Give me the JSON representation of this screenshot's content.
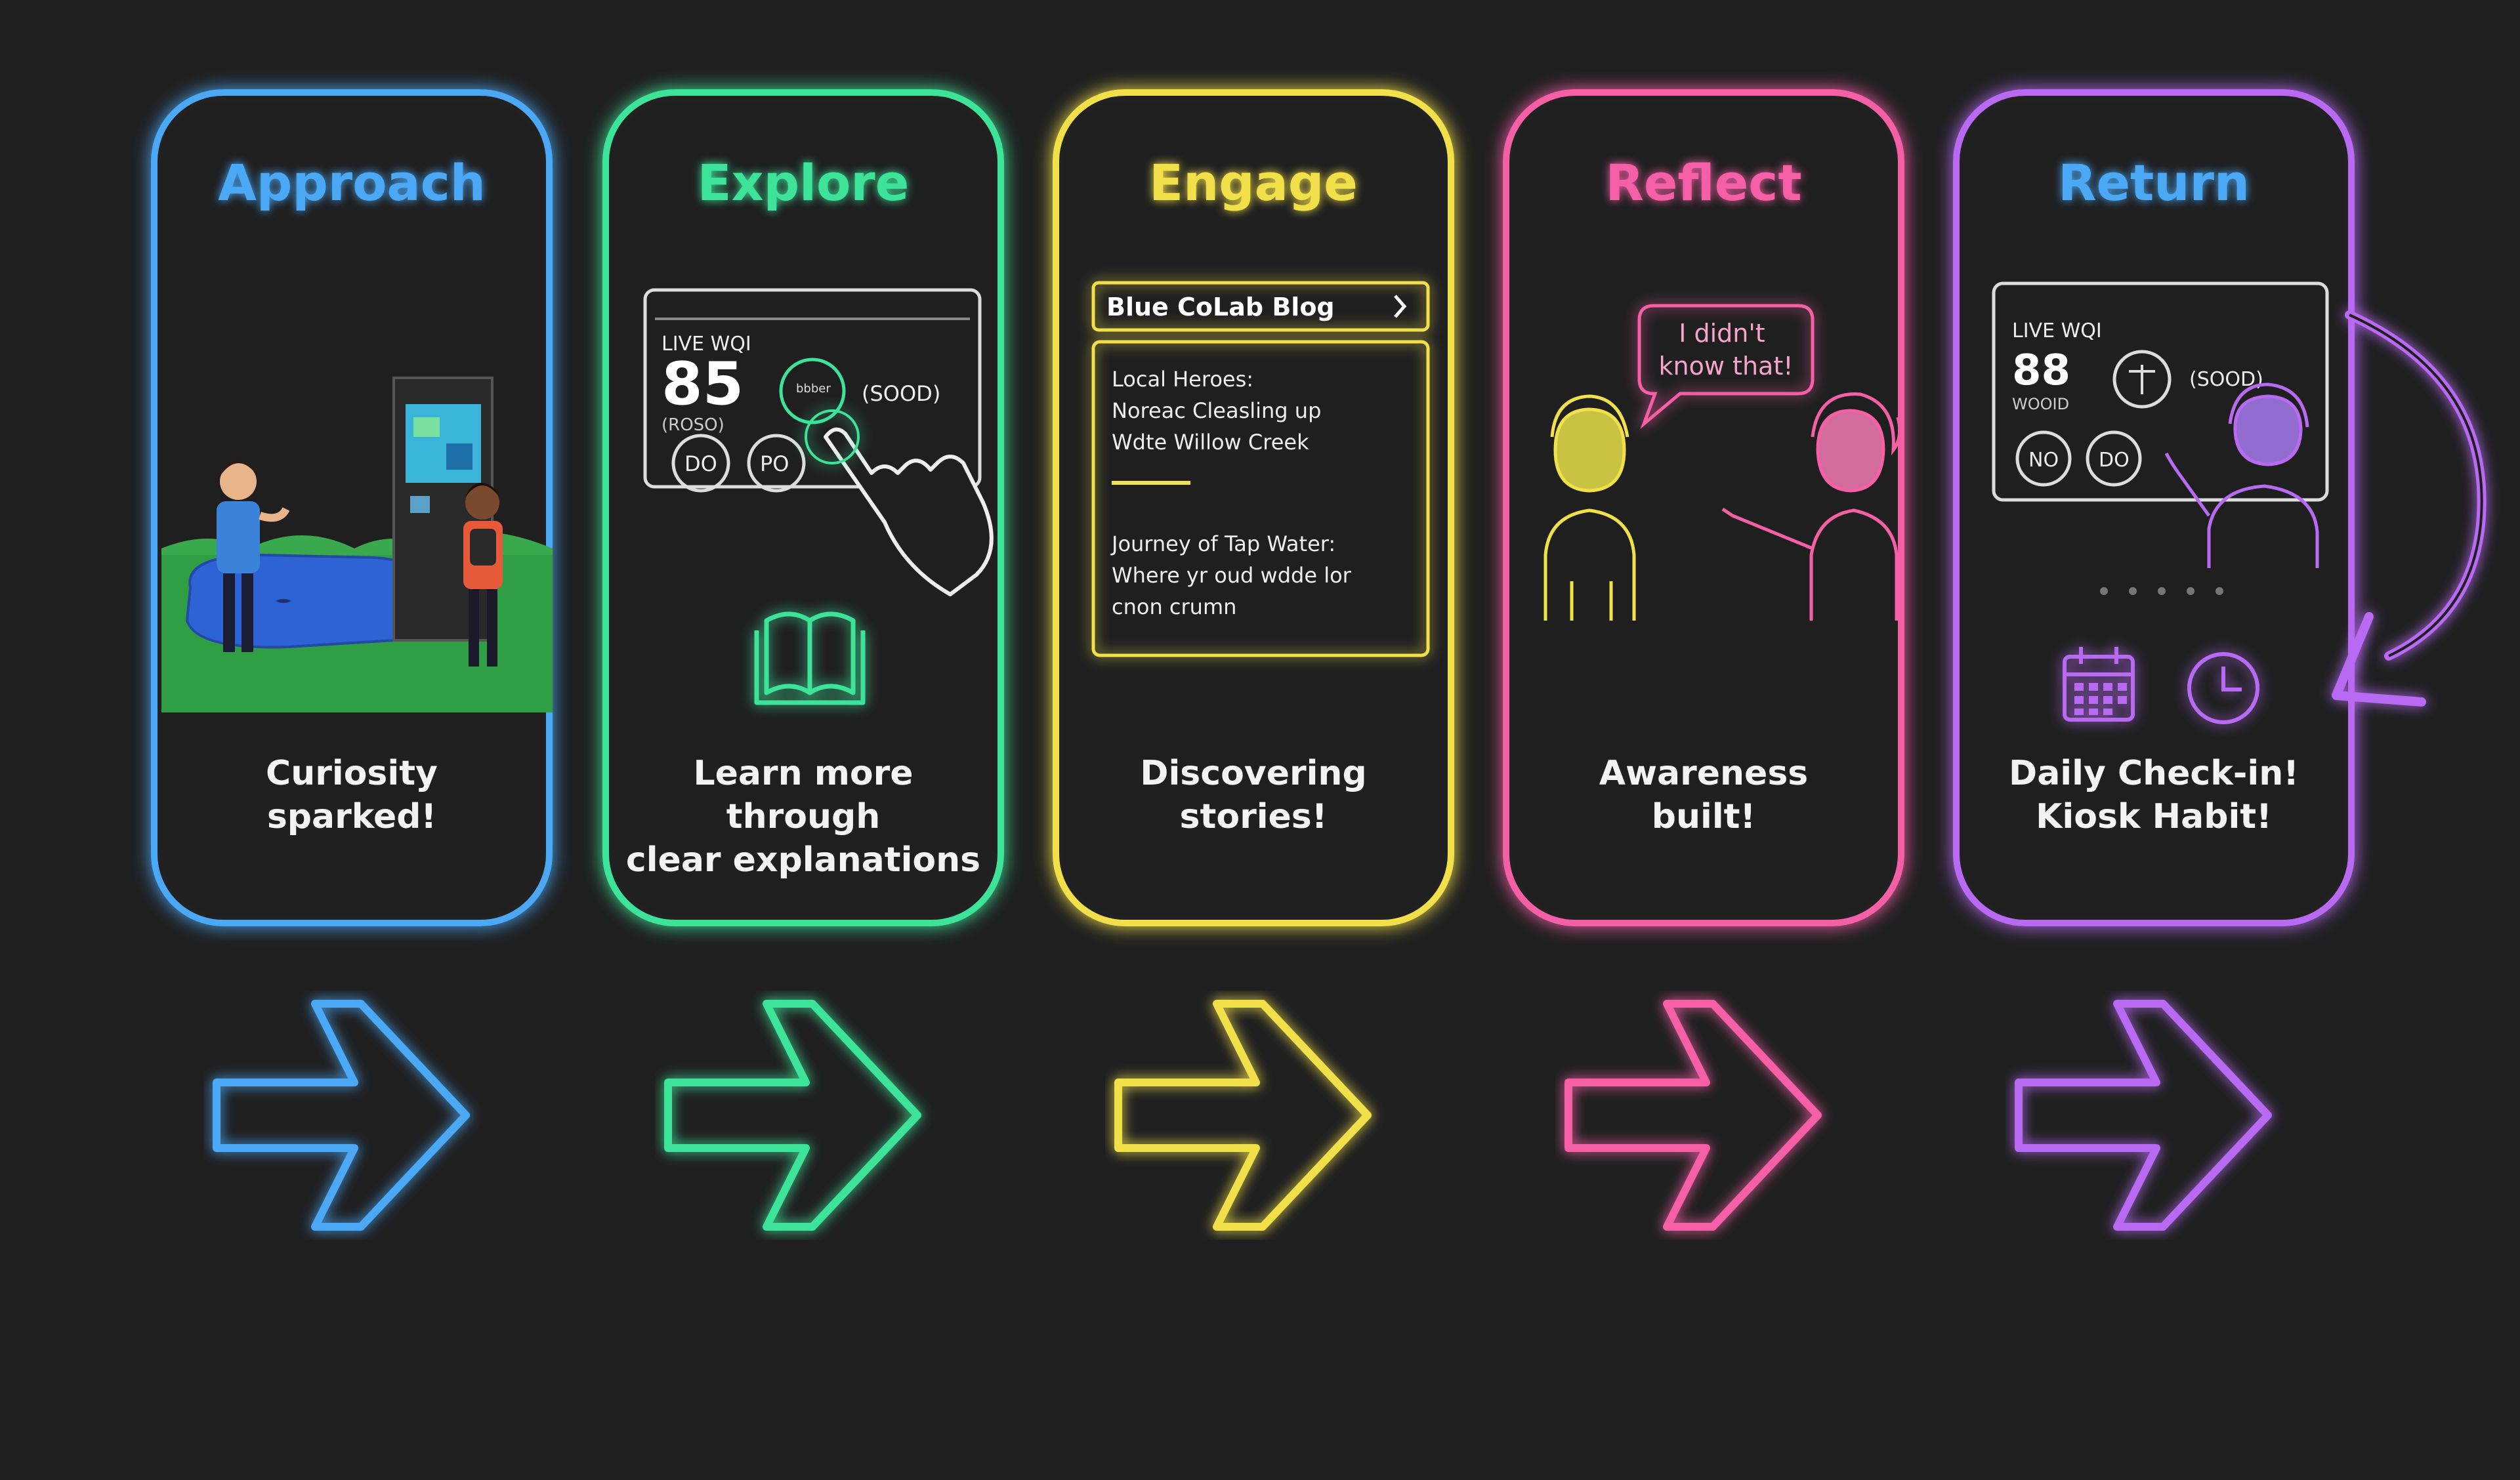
{
  "stages": [
    {
      "title": "Approach",
      "caption": "Curiosity\nsparked!",
      "color": "#4aa8f5"
    },
    {
      "title": "Explore",
      "caption": "Learn more through\nclear explanations",
      "color": "#3ee39a"
    },
    {
      "title": "Engage",
      "caption": "Discovering\nstories!",
      "color": "#f2e04a"
    },
    {
      "title": "Reflect",
      "caption": "Awareness\nbuilt!",
      "color": "#f45fa6"
    },
    {
      "title": "Return",
      "caption": "Daily Check-in!\nKiosk Habit!",
      "color": "#b86bf2"
    }
  ],
  "explore_screen": {
    "label": "LIVE WQI",
    "score": "85",
    "sub": "(ROSO)",
    "status": "(SOOD)",
    "btn1": "DO",
    "btn2": "PO",
    "dial": "bbber"
  },
  "engage_screen": {
    "blog_title": "Blue CoLab Blog",
    "story1": "Local Heroes:\nNoreac Cleasling up\nWdte Willow Creek",
    "story2": "Journey of Tap Water:\nWhere yr oud wdde lor\ncnon crumn"
  },
  "reflect_speech": "I didn't\nknow that!",
  "return_screen": {
    "label": "LIVE WQI",
    "score": "88",
    "sub": "WOOID",
    "status": "(SOOD)",
    "btn1": "NO",
    "btn2": "DO"
  },
  "icons": [
    "book-icon",
    "calendar-icon",
    "clock-icon",
    "return-loop-arrow-icon",
    "next-arrow-icon"
  ]
}
